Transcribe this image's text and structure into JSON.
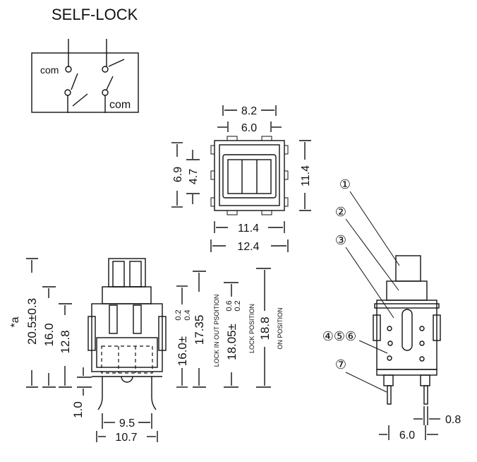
{
  "title": "SELF-LOCK",
  "schematic": {
    "com_top": "com",
    "com_bottom": "com"
  },
  "top_view": {
    "dim_8_2": "8.2",
    "dim_6_0": "6.0",
    "dim_6_9": "6.9",
    "dim_4_7": "4.7",
    "dim_11_4_v": "11.4",
    "dim_11_4_h": "11.4",
    "dim_12_4": "12.4"
  },
  "front_view": {
    "total_height": "20.5",
    "total_height_tol": "±0.3",
    "a_note": "*a",
    "dim_16_0": "16.0",
    "dim_12_8": "12.8",
    "dim_1_0": "1.0",
    "dim_9_5": "9.5",
    "dim_10_7": "10.7"
  },
  "height_dims": {
    "lock_in_out_value": "16.0",
    "lock_in_out_pm": "±",
    "lock_in_out_tol_plus": "0.2",
    "lock_in_out_tol_minus": "0.4",
    "dim_17_35": "17.35",
    "lock_in_out_label": "LOCK IN OUT PSOITION",
    "lock_value": "18.05",
    "lock_pm": "±",
    "lock_tol_plus": "0.6",
    "lock_tol_minus": "0.2",
    "lock_label": "LOCK POSITION",
    "on_value": "18.8",
    "on_label": "ON POSITION"
  },
  "side_view": {
    "callout_1": "①",
    "callout_2": "②",
    "callout_3": "③",
    "callout_456": "④⑤⑥",
    "callout_7": "⑦",
    "dim_0_8": "0.8",
    "dim_6_0": "6.0"
  }
}
